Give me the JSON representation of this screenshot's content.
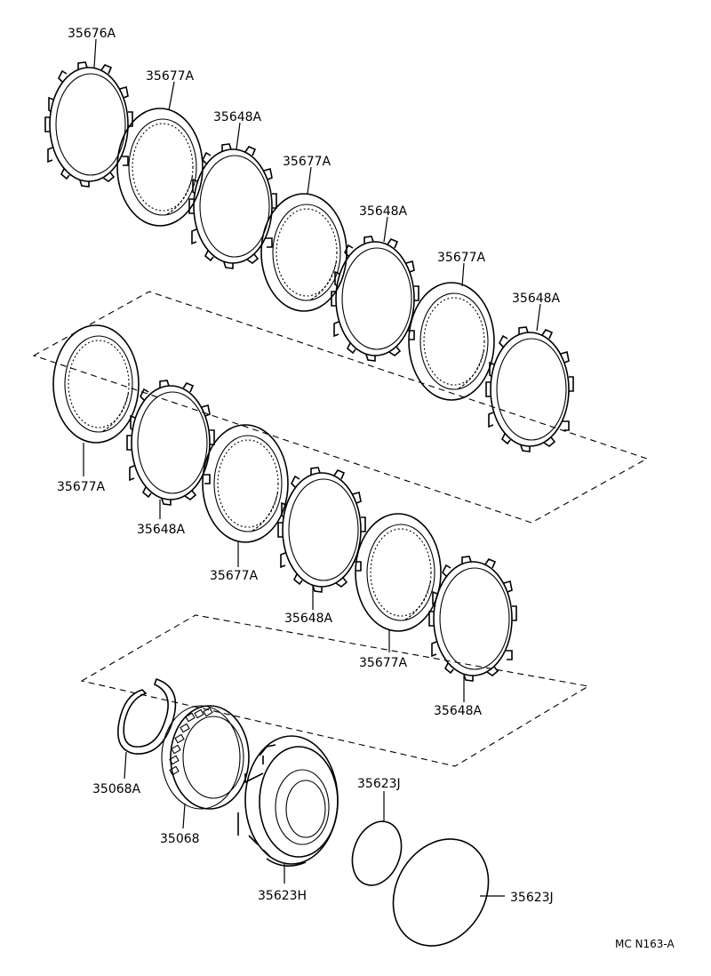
{
  "diagram": {
    "reference_code": "MC N163-A",
    "part_labels": {
      "p1": "35676A",
      "p2": "35677A",
      "p3": "35648A",
      "p4": "35677A",
      "p5": "35648A",
      "p6": "35677A",
      "p7": "35648A",
      "p8": "35677A",
      "p9": "35648A",
      "p10": "35677A",
      "p11": "35648A",
      "p12": "35677A",
      "p13": "35648A",
      "p14": "35068A",
      "p15": "35068",
      "p16": "35623H",
      "p17": "35623J",
      "p18": "35623J"
    }
  }
}
